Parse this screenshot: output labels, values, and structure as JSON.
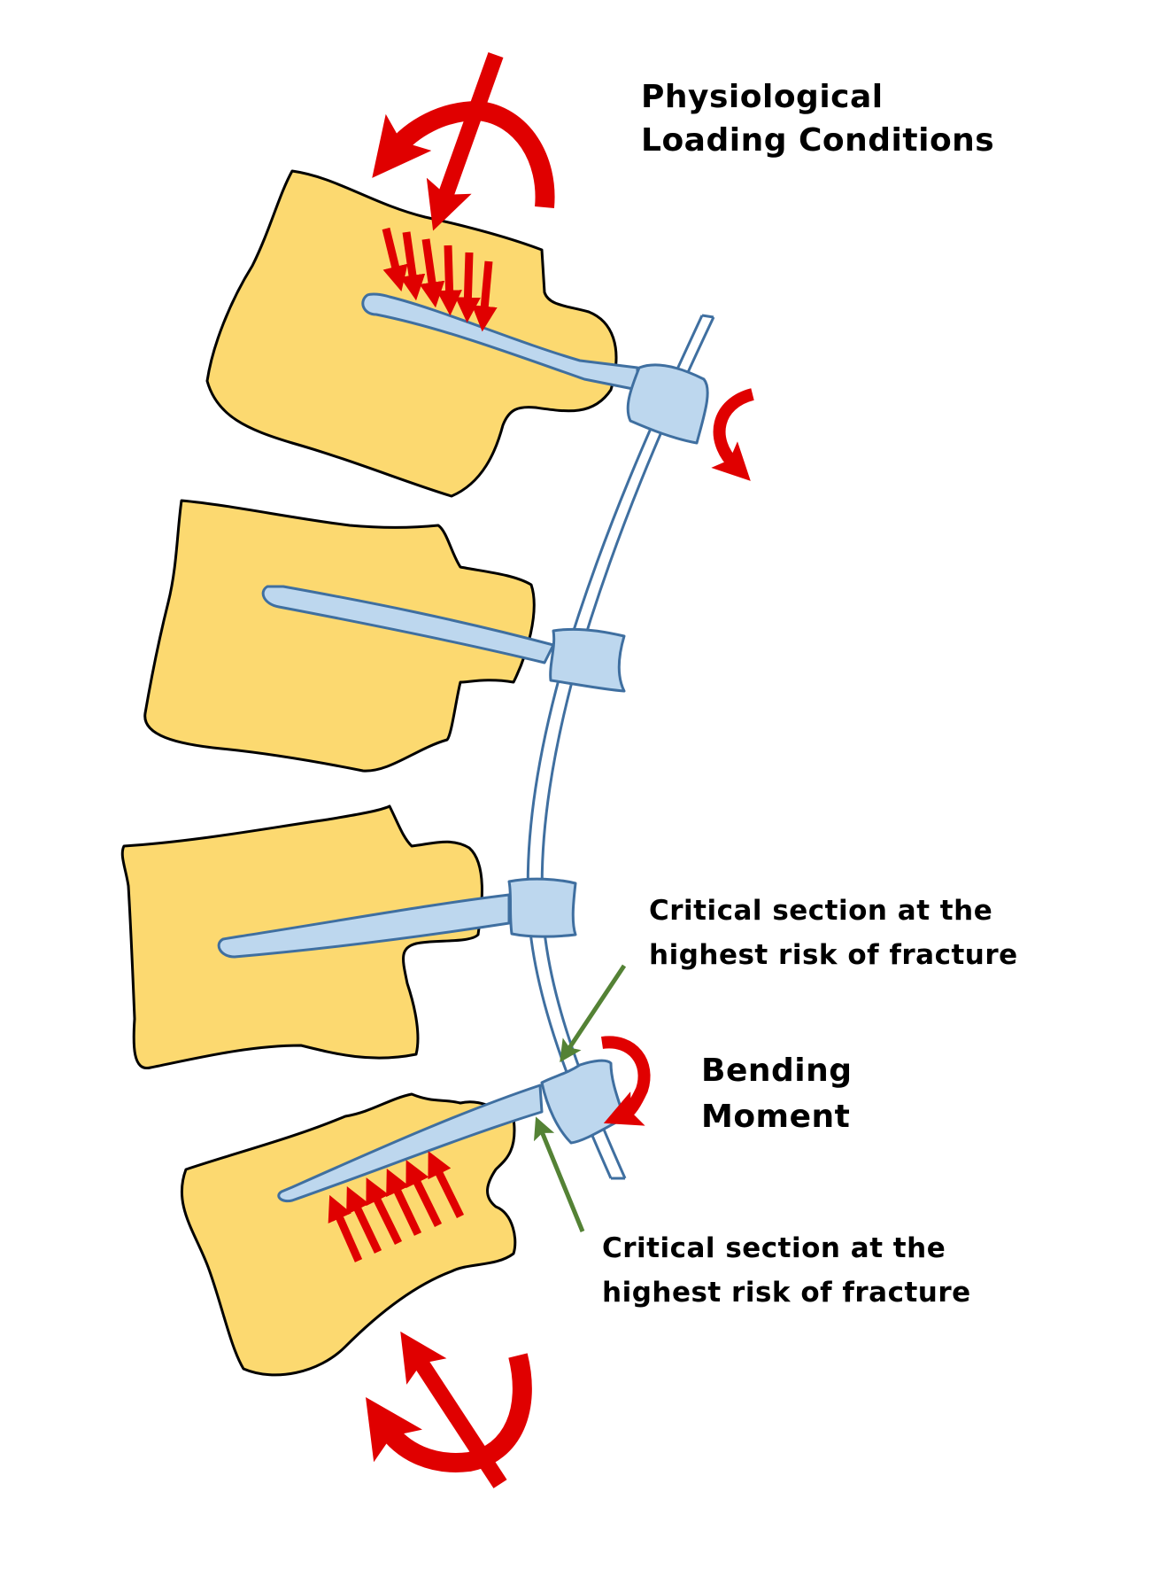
{
  "figure": {
    "title_lines": [
      "Physiological",
      "Loading Conditions"
    ],
    "bending_moment_lines": [
      "Bending",
      "Moment"
    ],
    "critical_section_upper_lines": [
      "Critical section at the",
      "highest risk of fracture"
    ],
    "critical_section_lower_lines": [
      "Critical section at the",
      "highest risk of fracture"
    ],
    "vertebrae_count": 4,
    "pedicle_screws_count": 4,
    "distributed_load_arrows": {
      "top_vertebra": {
        "count": 6,
        "direction": "down"
      },
      "bottom_vertebra": {
        "count": 6,
        "direction": "up"
      }
    },
    "colors": {
      "vertebra_fill": "#fcd970",
      "vertebra_outline": "#000000",
      "implant_fill": "#bdd7ee",
      "implant_outline": "#3f6fa0",
      "load_arrows": "#e00000",
      "pointer_arrows": "#548235",
      "background": "#ffffff"
    }
  }
}
